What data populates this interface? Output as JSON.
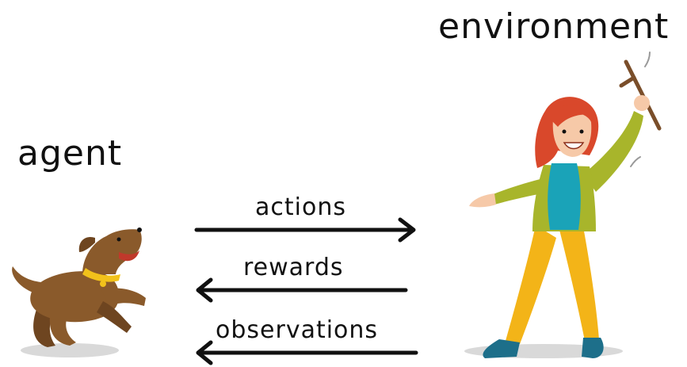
{
  "labels": {
    "agent": "agent",
    "environment": "environment",
    "actions": "actions",
    "rewards": "rewards",
    "observations": "observations"
  },
  "colors": {
    "ink": "#111111",
    "dog_body": "#8a5a2b",
    "dog_collar": "#f2c21b",
    "woman_hair": "#d9482b",
    "woman_top": "#1aa3b8",
    "woman_jacket": "#a8b52b",
    "woman_pants": "#f3b418",
    "woman_shoes": "#1d6f8a",
    "shadow": "#d9d9d9"
  },
  "icons": [
    "dog-illustration",
    "woman-with-stick-illustration"
  ]
}
